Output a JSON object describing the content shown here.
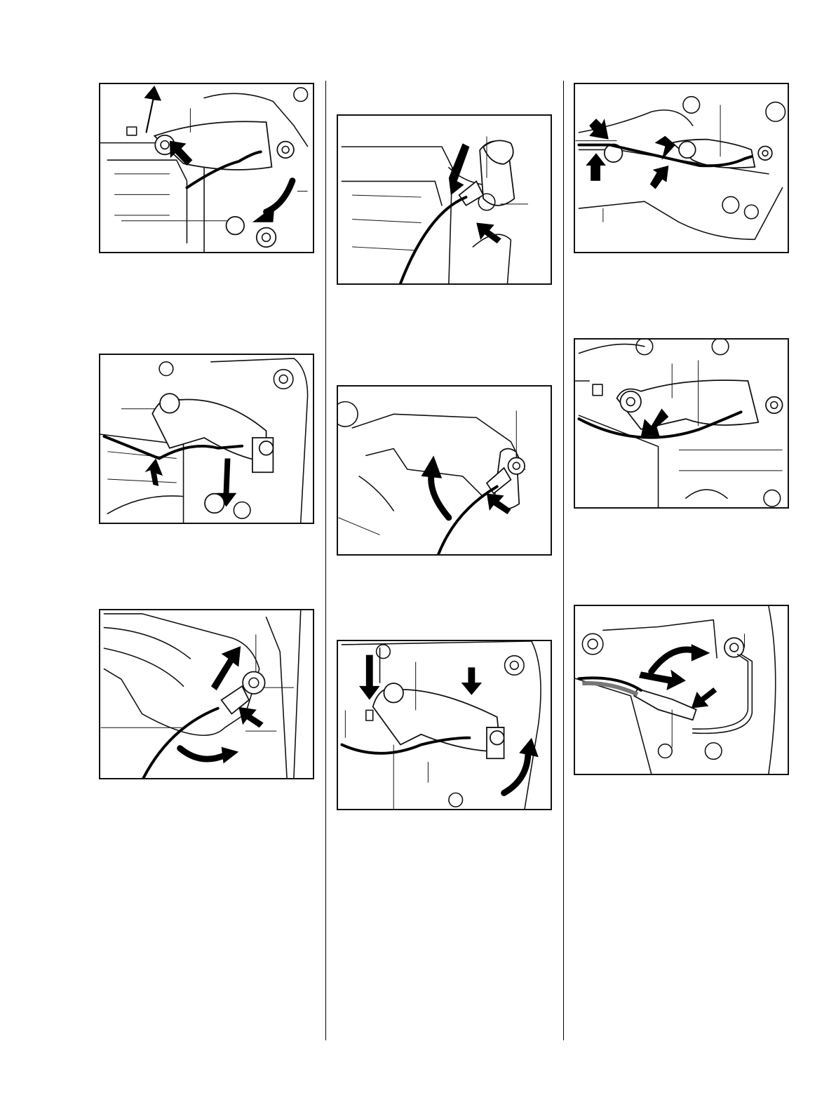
{
  "page": {
    "figures": [
      {
        "id": "fig-1"
      },
      {
        "id": "fig-2"
      },
      {
        "id": "fig-3"
      },
      {
        "id": "fig-4"
      },
      {
        "id": "fig-5"
      },
      {
        "id": "fig-6"
      },
      {
        "id": "fig-7"
      },
      {
        "id": "fig-8"
      },
      {
        "id": "fig-9"
      }
    ]
  }
}
